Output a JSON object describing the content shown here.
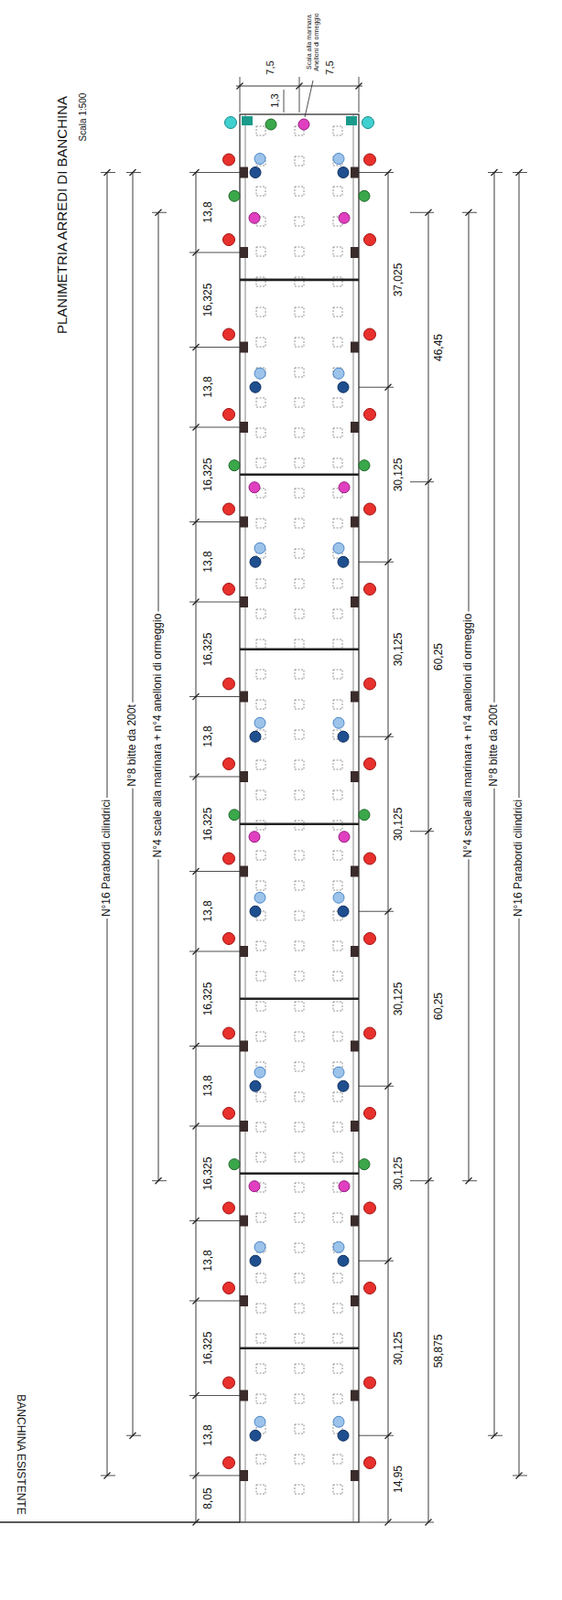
{
  "diagram": {
    "title": "PLANIMETRIA ARREDI DI BANCHINA",
    "labels": [
      "Scala 1:500",
      "Scala alla marinara Anelloni di ormeggio",
      "1,3",
      "7,5",
      "7,5",
      "13,8",
      "16,325",
      "13,8",
      "16,325",
      "13,8",
      "16,325",
      "13,8",
      "16,325",
      "13,8",
      "16,325",
      "13,8",
      "16,325",
      "13,8",
      "16,325",
      "13,8",
      "8,05",
      "37,025",
      "30,125",
      "30,125",
      "30,125",
      "30,125",
      "30,125",
      "30,125",
      "14,95",
      "46,45",
      "60,25",
      "60,25",
      "58,875",
      "N°16 Parabordi cilindrici",
      "N°8 bitte da 200t",
      "N°4 scale alla marinara + n°4 anelloni di ormeggio",
      "N°4 scale alla marinara + n°4 anelloni di ormeggio",
      "N°8 bitte da 200t",
      "N°16 Parabordi cilindrici",
      "BANCHINA ESISTENTE"
    ]
  }
}
